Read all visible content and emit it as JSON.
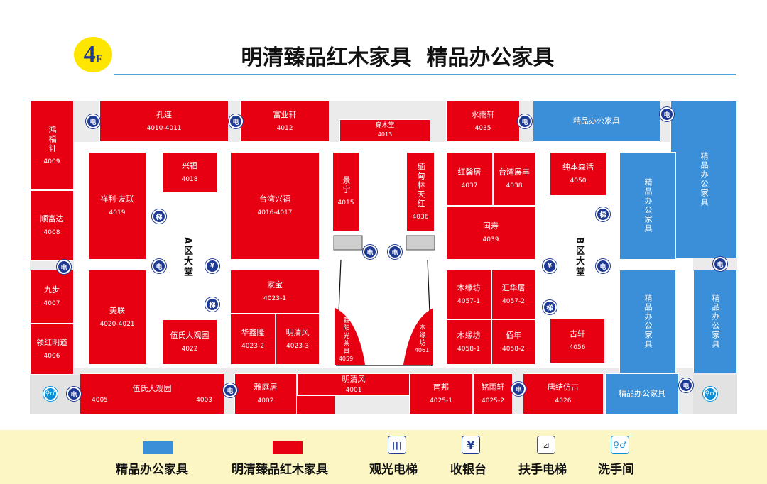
{
  "floor": {
    "number": "4",
    "suffix": "F"
  },
  "title": "明清臻品红木家具  精品办公家具",
  "colors": {
    "red": "#e60012",
    "blue": "#3a8fd8",
    "legend_bg": "#fbf6c3",
    "icon": "#1f3a93"
  },
  "halls": {
    "a": "A区大堂",
    "b": "B区大堂"
  },
  "shops": {
    "s4009": {
      "name": "鸿福轩",
      "code": "4009"
    },
    "s4008": {
      "name": "顺富达",
      "code": "4008"
    },
    "s4007": {
      "name": "九步",
      "code": "4007"
    },
    "s4006": {
      "name": "领红明道",
      "code": "4006"
    },
    "s4010": {
      "name": "孔连",
      "code": "4010-4011"
    },
    "s4012": {
      "name": "富业轩",
      "code": "4012"
    },
    "s4013": {
      "name": "穿木堂",
      "code": "4013"
    },
    "s4035": {
      "name": "水雨轩",
      "code": "4035"
    },
    "s4019": {
      "name": "祥利·友联",
      "code": "4019"
    },
    "s4018": {
      "name": "兴福",
      "code": "4018"
    },
    "s4016": {
      "name": "台湾兴福",
      "code": "4016-4017"
    },
    "s4015": {
      "name": "景宁",
      "code": "4015"
    },
    "s4036": {
      "name": "缅甸林天红",
      "code": "4036"
    },
    "s4037": {
      "name": "红馨居",
      "code": "4037"
    },
    "s4038": {
      "name": "台湾展丰",
      "code": "4038"
    },
    "s4050": {
      "name": "纯本森活",
      "code": "4050"
    },
    "s4039": {
      "name": "国寿",
      "code": "4039"
    },
    "s4020": {
      "name": "美联",
      "code": "4020-4021"
    },
    "s4023_1": {
      "name": "家宝",
      "code": "4023-1"
    },
    "s4023_2": {
      "name": "华鑫隆",
      "code": "4023-2"
    },
    "s4023_3": {
      "name": "明清风",
      "code": "4023-3"
    },
    "s4022": {
      "name": "伍氏大观园",
      "code": "4022"
    },
    "s4059": {
      "name": "鑫阳光茶具",
      "code": "4059"
    },
    "s4061": {
      "name": "木缘坊",
      "code": "4061"
    },
    "s4057_1": {
      "name": "木缘坊",
      "code": "4057-1"
    },
    "s4057_2": {
      "name": "汇华居",
      "code": "4057-2"
    },
    "s4058_1": {
      "name": "木缘坊",
      "code": "4058-1"
    },
    "s4058_2": {
      "name": "佰年",
      "code": "4058-2"
    },
    "s4056": {
      "name": "古轩",
      "code": "4056"
    },
    "s4005": {
      "name": "伍氏大观园",
      "code1": "4005",
      "code2": "4003"
    },
    "s4002": {
      "name": "雅庭居",
      "code": "4002"
    },
    "s4001": {
      "name": "明清风",
      "code": "4001"
    },
    "s4025_1": {
      "name": "南邦",
      "code": "4025-1"
    },
    "s4025_2": {
      "name": "铭雨轩",
      "code": "4025-2"
    },
    "s4026": {
      "name": "唐结仿古",
      "code": "4026"
    }
  },
  "office_label": "精品办公家具",
  "legend": [
    {
      "label": "精品办公家具",
      "icon": "blue-swatch"
    },
    {
      "label": "明清臻品红木家具",
      "icon": "red-swatch"
    },
    {
      "label": "观光电梯",
      "icon": "elevator-icon"
    },
    {
      "label": "收银台",
      "icon": "cashier-icon"
    },
    {
      "label": "扶手电梯",
      "icon": "escalator-icon"
    },
    {
      "label": "洗手间",
      "icon": "restroom-icon"
    }
  ]
}
